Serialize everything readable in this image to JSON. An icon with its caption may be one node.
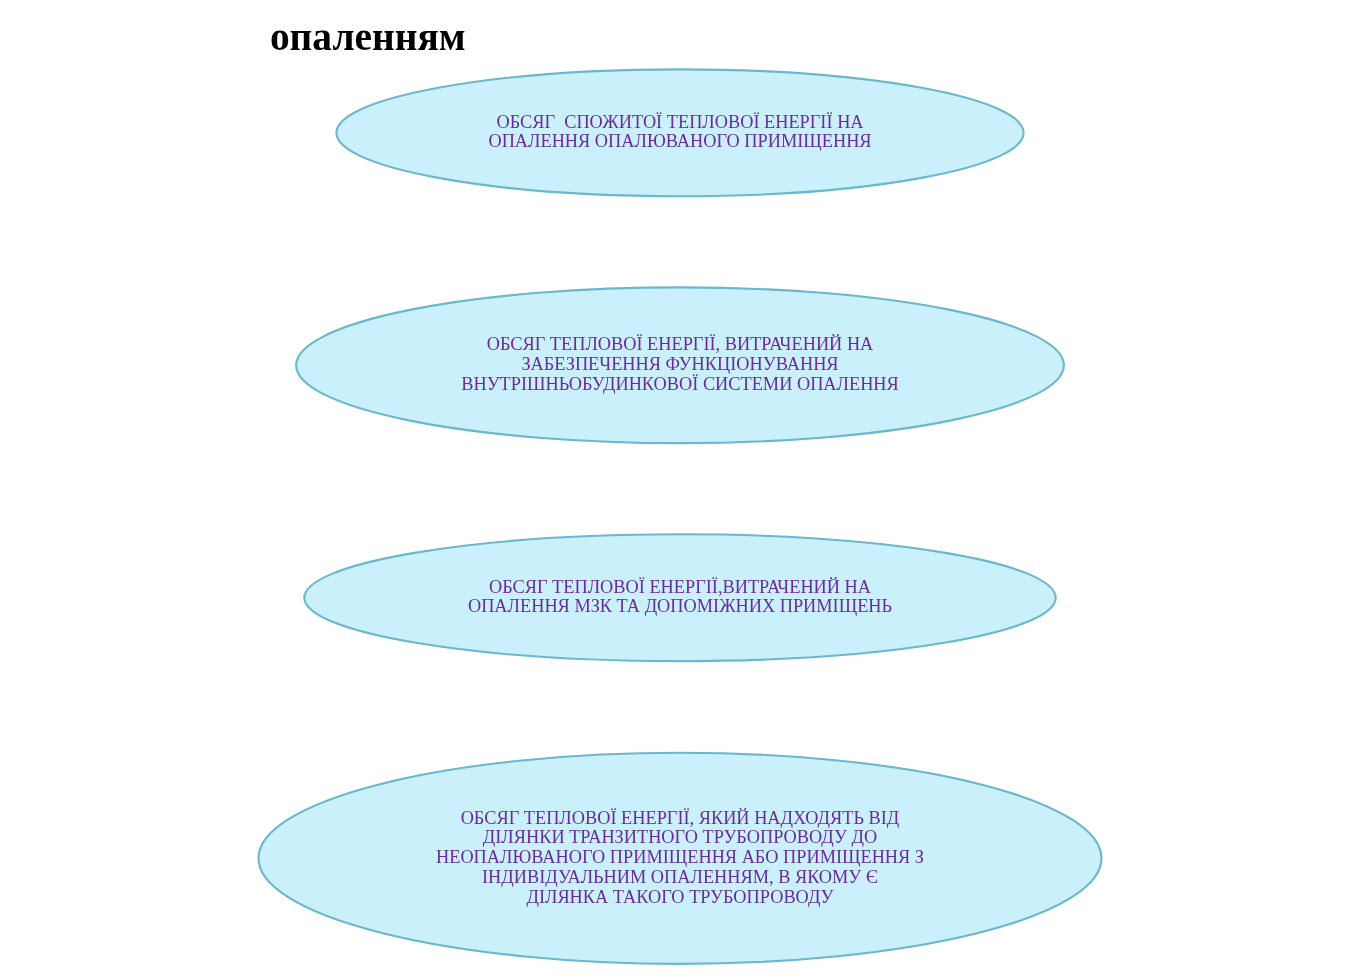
{
  "diagram": {
    "title": "опаленням",
    "nodes": [
      {
        "text": [
          "ОБСЯГ  СПОЖИТОЇ ТЕПЛОВОЇ ЕНЕРГІЇ НА ОПАЛЕННЯ ОПАЛЮВАНОГО ПРИМІЩЕННЯ"
        ]
      },
      {
        "text": [
          "ОБСЯГ ТЕПЛОВОЇ ЕНЕРГІЇ, ВИТРАЧЕНИЙ НА ЗАБЕЗПЕЧЕННЯ ФУНКЦІОНУВАННЯ ВНУТРІШНЬОБУДИНКОВОЇ СИСТЕМИ ОПАЛЕННЯ"
        ]
      },
      {
        "text": [
          "ОБСЯГ ТЕПЛОВОЇ ЕНЕРГІЇ,ВИТРАЧЕНИЙ НА ОПАЛЕННЯ МЗК ТА ДОПОМІЖНИХ ПРИМІЩЕНЬ"
        ]
      },
      {
        "text": [
          "ОБСЯГ ТЕПЛОВОЇ ЕНЕРГІЇ, ЯКИЙ НАДХОДЯТЬ ВІД ДІЛЯНКИ ТРАНЗИТНОГО ТРУБОПРОВОДУ ДО НЕОПАЛЮВАНОГО ПРИМІЩЕННЯ АБО ПРИМІЩЕННЯ З ІНДИВІДУАЛЬНИМ ОПАЛЕННЯМ, В ЯКОМУ Є ДІЛЯНКА ТАКОГО ТРУБОПРОВОДУ"
        ]
      }
    ]
  }
}
